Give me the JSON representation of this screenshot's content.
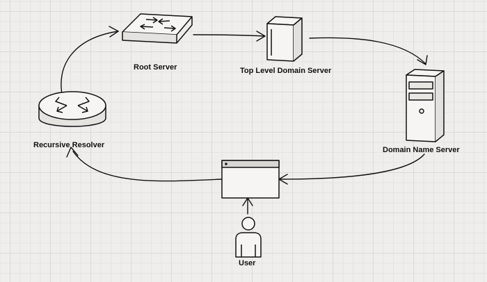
{
  "nodes": {
    "root_server": {
      "label": "Root Server"
    },
    "tld_server": {
      "label": "Top Level Domain Server"
    },
    "domain_name_server": {
      "label": "Domain Name Server"
    },
    "recursive_resolver": {
      "label": "Recursive Resolver"
    },
    "user": {
      "label": "User"
    }
  }
}
